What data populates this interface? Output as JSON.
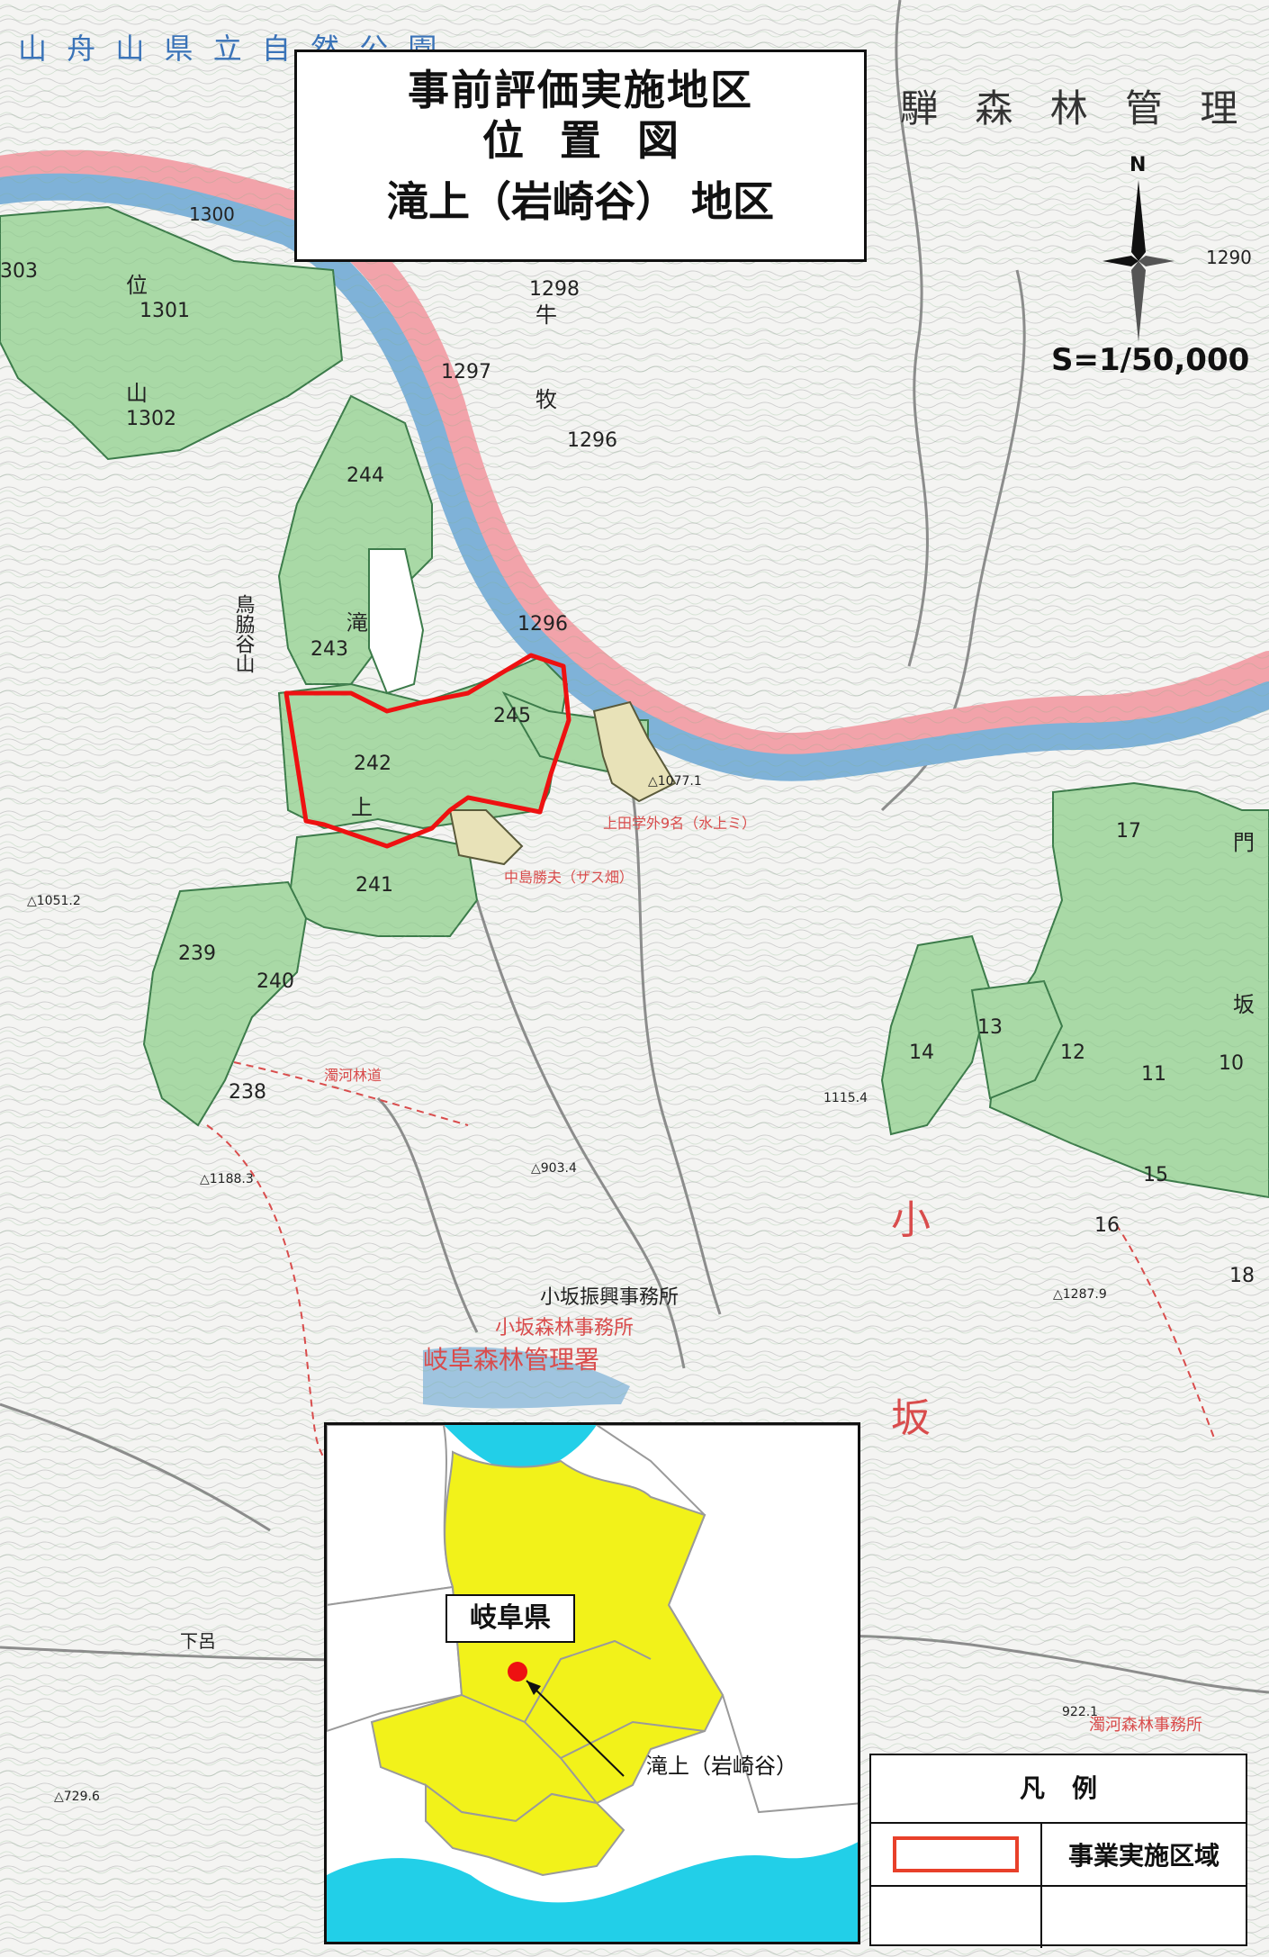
{
  "title": {
    "line1": "事前評価実施地区",
    "line2": "位置図",
    "line3": "滝上（岩崎谷） 地区"
  },
  "scale": "S=1/50,000",
  "north": "N",
  "map_labels": {
    "top_band": "山 舟 山 県 立 自 然 公 園",
    "office_top_right": "騨 森 林 管 理",
    "town": "小坂振興事務所",
    "forest_office": "小坂森林事務所",
    "gifu_office": "岐阜森林管理署",
    "big_char1": "小",
    "big_char2": "坂",
    "mountain": "鳥脇谷山",
    "hamlet_taki": "滝",
    "hamlet_kami": "上",
    "kurai": "位",
    "yama": "山",
    "ushi": "牛",
    "maki": "牧",
    "mon": "門",
    "saka": "坂",
    "kamita": "上田学外9名（水上ミ）",
    "nakajima": "中島勝夫（ザス畑）",
    "road_label": "濁河林道",
    "inset_office": "濁河森林事務所",
    "kaze": "下呂",
    "elev1": "△1051.2",
    "elev2": "△1188.3",
    "elev3": "△903.4",
    "elev4": "△1077.1",
    "elev5": "△1287.9",
    "elev6": "△729.6",
    "elev7": "922.1",
    "elev8": "1115.4",
    "num1300": "1300",
    "num1290": "1290"
  },
  "compartments": [
    "1301",
    "1302",
    "1298",
    "1297",
    "1296",
    "1296",
    "244",
    "243",
    "242",
    "245",
    "241",
    "239",
    "240",
    "238",
    "17",
    "14",
    "13",
    "12",
    "11",
    "10",
    "15",
    "16",
    "18",
    "303"
  ],
  "inset": {
    "prefecture": "岐阜県",
    "pointer": "滝上（岩崎谷）"
  },
  "legend": {
    "header": "凡例",
    "item": "事業実施区域"
  },
  "colors": {
    "forest": "#a9d9a6",
    "forest_edge": "#3c7b4a",
    "site_outline": "#ee1111",
    "river": "#7fb2d8",
    "reserve_band": "#f2a3aa",
    "prefecture_fill": "#f2f21a",
    "sea": "#22cfe8"
  }
}
